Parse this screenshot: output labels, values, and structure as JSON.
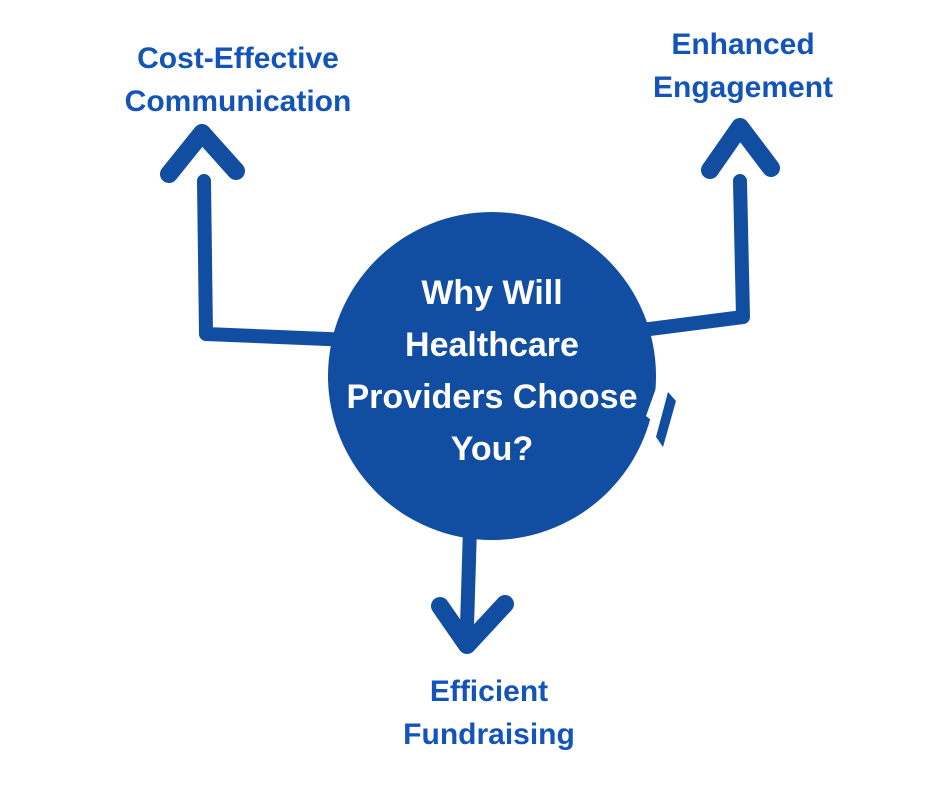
{
  "diagram": {
    "title": "Why Will Healthcare Providers Choose You?",
    "center": {
      "lines": [
        "Why Will",
        "Healthcare",
        "Providers Choose",
        "You?"
      ]
    },
    "branches": [
      {
        "id": "cost-effective-communication",
        "position": "top-left",
        "label": "Cost-Effective Communication",
        "lines": [
          "Cost-Effective",
          "Communication"
        ]
      },
      {
        "id": "enhanced-engagement",
        "position": "top-right",
        "label": "Enhanced Engagement",
        "lines": [
          "Enhanced",
          "Engagement"
        ]
      },
      {
        "id": "efficient-fundraising",
        "position": "bottom",
        "label": "Efficient Fundraising",
        "lines": [
          "Efficient",
          "Fundraising"
        ]
      }
    ],
    "colors": {
      "shape": "#114da1",
      "label_text": "#1254b8",
      "center_text": "#ffffff",
      "background": "#ffffff"
    }
  }
}
